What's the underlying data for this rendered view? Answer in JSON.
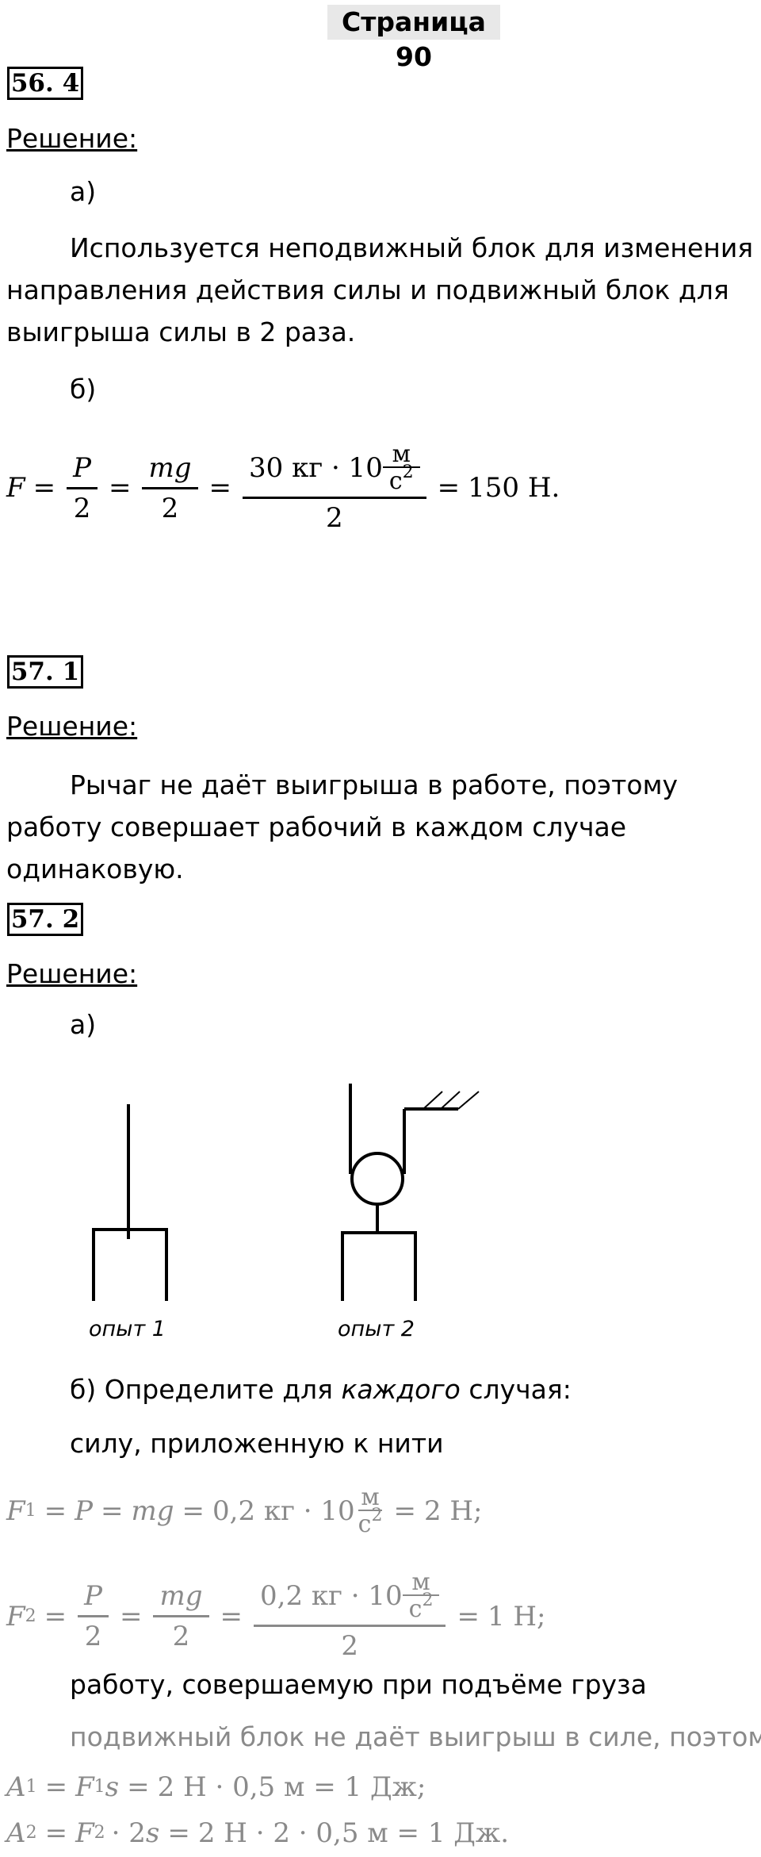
{
  "page": {
    "title": "Страница 90"
  },
  "p564": {
    "number": "56. 4",
    "heading": "Решение:",
    "a_label": "а)",
    "a_text": "Используется неподвижный блок для изменения направления действия силы и подвижный блок для выигрыша силы в 2 раза.",
    "b_label": "б)",
    "f": "F",
    "eq": "=",
    "P": "P",
    "two": "2",
    "mg": "mg",
    "num_mass": "30 кг · 10",
    "unit_m": "м",
    "unit_c": "с",
    "unit_pow": "2",
    "result": "150 Н."
  },
  "p571": {
    "number": "57. 1",
    "heading": "Решение:",
    "text": "Рычаг не даёт выигрыша в работе, поэтому работу совершает рабочий в каждом случае одинаковую."
  },
  "p572": {
    "number": "57. 2",
    "heading": "Решение:",
    "a_label": "а)",
    "caption1": "опыт 1",
    "caption2": "опыт 2",
    "b_prefix": "б) Определите для ",
    "b_italic": "каждого",
    "b_suffix": " случая:",
    "force_line": "силу, приложенную к нити",
    "F": "F",
    "sub1": "1",
    "sub2": "2",
    "eq": "=",
    "P": "P",
    "mg": "mg",
    "two": "2",
    "mass_val": "0,2 кг · 10",
    "unit_m": "м",
    "unit_c": "с",
    "unit_pow": "2",
    "res1": "2 Н;",
    "res2": "1 Н;",
    "work_line": "работу, совершаемую при подъёме груза",
    "note_line": "подвижный блок не даёт выигрыш в силе, поэтому",
    "A": "A",
    "s": "s",
    "a1_rest": "2 Н · 0,5 м = 1 Дж;",
    "a2_mid": "· 2",
    "a2_rest": "2 Н · 2 · 0,5 м = 1 Дж."
  }
}
